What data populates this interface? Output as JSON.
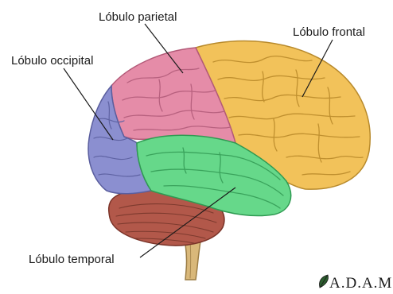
{
  "labels": {
    "parietal": "Lóbulo parietal",
    "frontal": "Lóbulo frontal",
    "occipital": "Lóbulo occipital",
    "temporal": "Lóbulo temporal"
  },
  "logo": {
    "text": "A.D.A.M.",
    "icon": "leaf-icon"
  },
  "colors": {
    "frontal": "#f2c25a",
    "parietal": "#e58ca8",
    "occipital": "#8b8fd0",
    "temporal": "#66d88a",
    "cerebellum": "#b2584a",
    "brainstem": "#d9b87a"
  }
}
